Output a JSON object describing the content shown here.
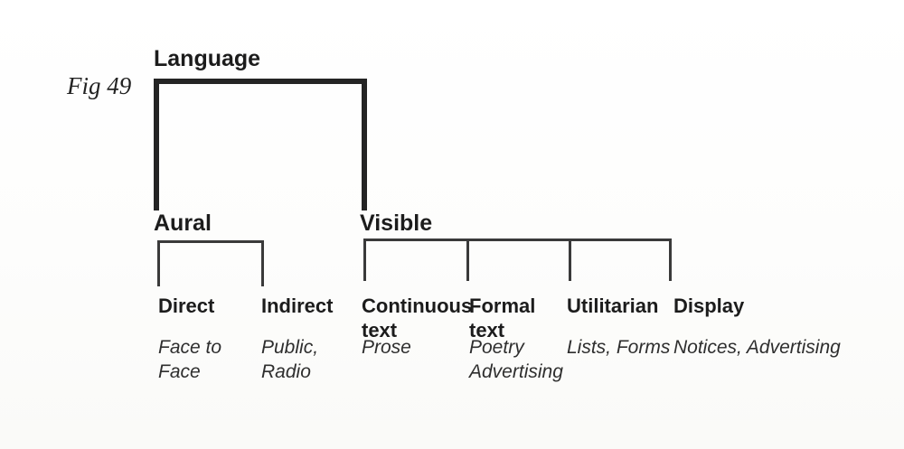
{
  "figure": {
    "label": "Fig 49"
  },
  "tree": {
    "root": {
      "label": "Language"
    },
    "branches": [
      {
        "label": "Aural",
        "children": [
          {
            "label": "Direct",
            "examples": "Face to Face"
          },
          {
            "label": "Indirect",
            "examples": "Public, Radio"
          }
        ]
      },
      {
        "label": "Visible",
        "children": [
          {
            "label": "Continuous text",
            "examples": "Prose"
          },
          {
            "label": "Formal text",
            "examples": "Poetry Advertising"
          },
          {
            "label": "Utilitarian",
            "examples": "Lists, Forms"
          },
          {
            "label": "Display",
            "examples": "Notices, Advertising"
          }
        ]
      }
    ]
  },
  "colors": {
    "ink": "#1c1c1c",
    "ink_examples": "#2e2e2e",
    "line_thick": "#242424",
    "line_thin": "#3a3a3a",
    "paper": "#fdfdfc"
  }
}
